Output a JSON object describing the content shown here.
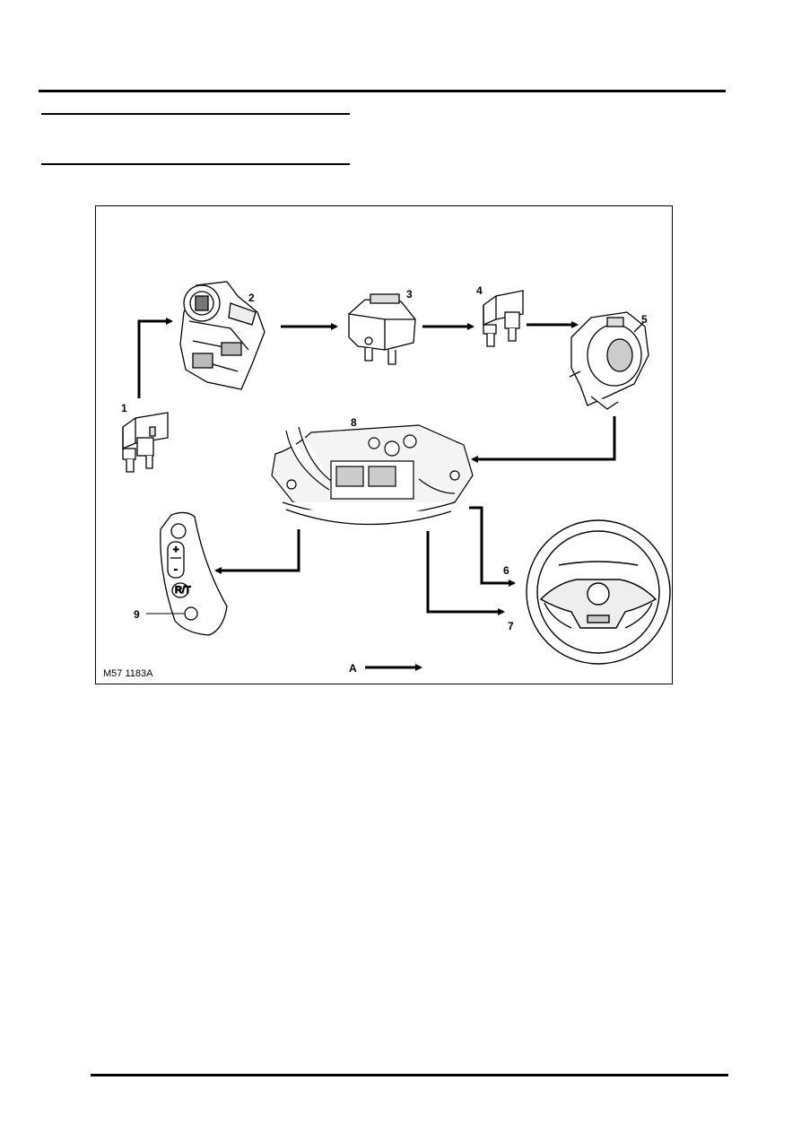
{
  "figure": {
    "code": "M57 1183A",
    "view_arrow_label": "A",
    "callouts": [
      "1",
      "2",
      "3",
      "4",
      "5",
      "6",
      "7",
      "8",
      "9"
    ]
  }
}
